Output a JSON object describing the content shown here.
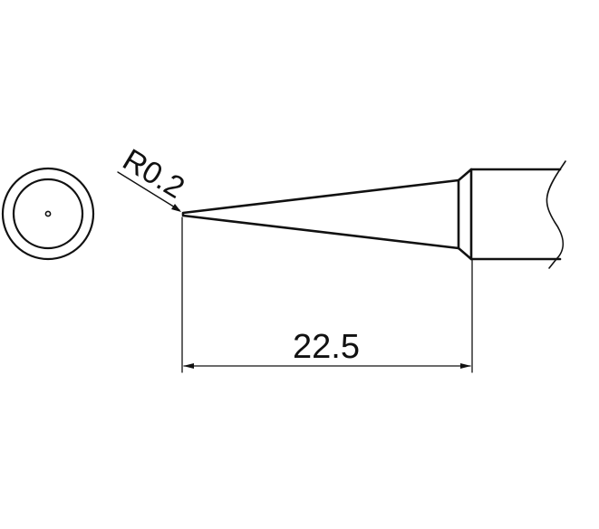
{
  "diagram": {
    "type": "technical-drawing",
    "subject": "conical soldering iron tip",
    "tip_radius_label": "R0.2",
    "length_label": "22.5",
    "views": [
      "end-view",
      "side-view"
    ],
    "line_color": "#111111",
    "background": "#ffffff"
  }
}
